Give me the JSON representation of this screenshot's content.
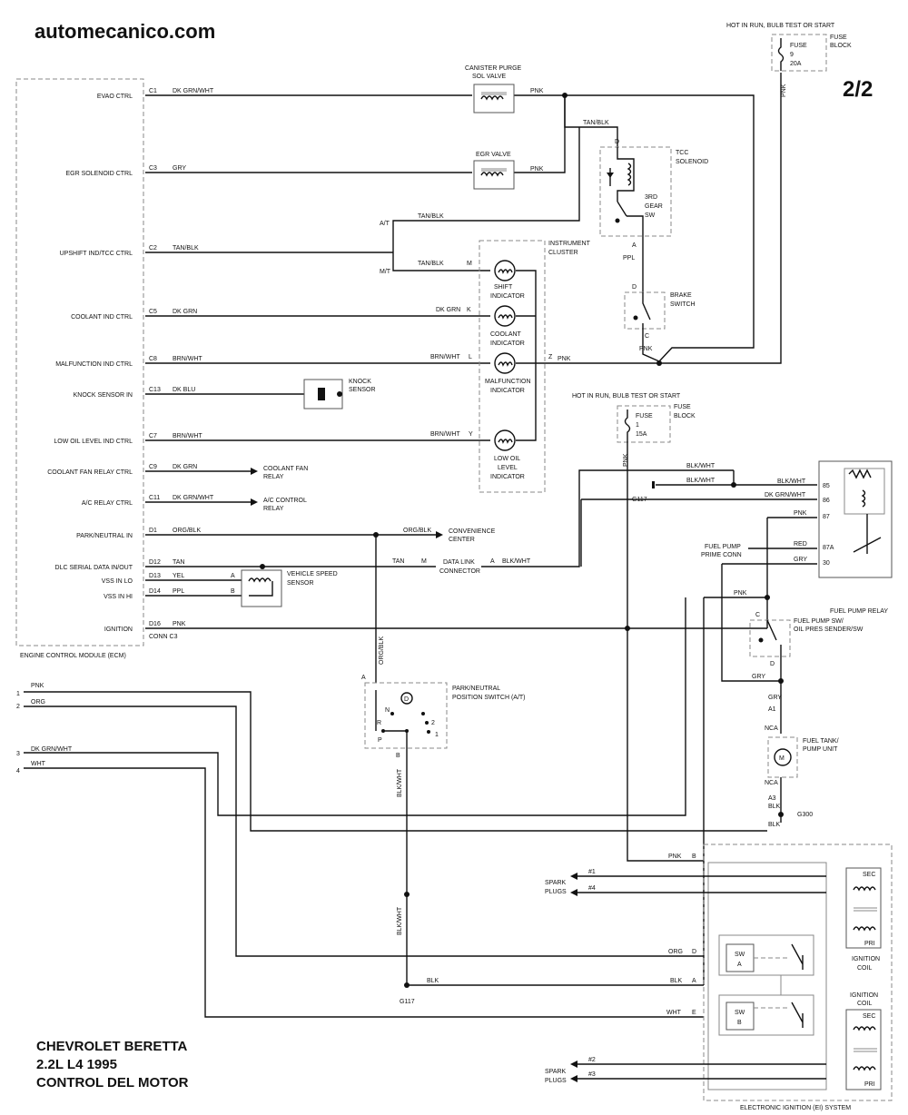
{
  "header": {
    "site": "automecanico.com",
    "page_num": "2/2"
  },
  "title": {
    "line1": "CHEVROLET BERETTA",
    "line2": "2.2L   L4  1995",
    "line3": "CONTROL DEL MOTOR"
  },
  "ecm": {
    "title": "ENGINE CONTROL MODULE (ECM)",
    "conn": "CONN C3",
    "pins": [
      {
        "name": "EVAO CTRL",
        "pin": "C1",
        "wire": "DK GRN/WHT"
      },
      {
        "name": "EGR SOLENOID CTRL",
        "pin": "C3",
        "wire": "GRY"
      },
      {
        "name": "UPSHIFT IND/TCC CTRL",
        "pin": "C2",
        "wire": "TAN/BLK"
      },
      {
        "name": "COOLANT IND CTRL",
        "pin": "C5",
        "wire": "DK GRN"
      },
      {
        "name": "MALFUNCTION IND CTRL",
        "pin": "C8",
        "wire": "BRN/WHT"
      },
      {
        "name": "KNOCK SENSOR IN",
        "pin": "C13",
        "wire": "DK BLU"
      },
      {
        "name": "LOW OIL LEVEL IND CTRL",
        "pin": "C7",
        "wire": "BRN/WHT"
      },
      {
        "name": "COOLANT FAN RELAY CTRL",
        "pin": "C9",
        "wire": "DK GRN"
      },
      {
        "name": "A/C RELAY CTRL",
        "pin": "C11",
        "wire": "DK GRN/WHT"
      },
      {
        "name": "PARK/NEUTRAL IN",
        "pin": "D1",
        "wire": "ORG/BLK"
      },
      {
        "name": "DLC SERIAL DATA IN/OUT",
        "pin": "D12",
        "wire": "TAN"
      },
      {
        "name": "VSS IN LO",
        "pin": "D13",
        "wire": "YEL"
      },
      {
        "name": "VSS IN HI",
        "pin": "D14",
        "wire": "PPL"
      },
      {
        "name": "IGNITION",
        "pin": "D16",
        "wire": "PNK"
      }
    ]
  },
  "components": {
    "canister_l1": "CANISTER PURGE",
    "canister_l2": "SOL VALVE",
    "egr": "EGR VALVE",
    "tcc_l1": "TCC",
    "tcc_l2": "SOLENOID",
    "gear_l1": "3RD",
    "gear_l2": "GEAR",
    "gear_l3": "SW",
    "brake_l1": "BRAKE",
    "brake_l2": "SWITCH",
    "cluster_l1": "INSTRUMENT",
    "cluster_l2": "CLUSTER",
    "shift_l1": "SHIFT",
    "shift_l2": "INDICATOR",
    "coolant_l1": "COOLANT",
    "coolant_l2": "INDICATOR",
    "malf_l1": "MALFUNCTION",
    "malf_l2": "INDICATOR",
    "oil_l1": "LOW OIL",
    "oil_l2": "LEVEL",
    "oil_l3": "INDICATOR",
    "knock_l1": "KNOCK",
    "knock_l2": "SENSOR",
    "fan_l1": "COOLANT FAN",
    "fan_l2": "RELAY",
    "ac_l1": "A/C CONTROL",
    "ac_l2": "RELAY",
    "conv_l1": "CONVENIENCE",
    "conv_l2": "CENTER",
    "dlc_l1": "DATA LINK",
    "dlc_l2": "CONNECTOR",
    "vss_l1": "VEHICLE SPEED",
    "vss_l2": "SENSOR",
    "hot_run": "HOT IN RUN, BULB TEST OR START",
    "fuse_block_l1": "FUSE",
    "fuse_block_l2": "BLOCK",
    "fuse_word": "FUSE",
    "fuse9_num": "9",
    "fuse9_amp": "20A",
    "fuse1_num": "1",
    "fuse1_amp": "15A",
    "relay_name": "FUEL PUMP RELAY",
    "prime_l1": "FUEL PUMP",
    "prime_l2": "PRIME CONN",
    "fpsw_l1": "FUEL PUMP SW/",
    "fpsw_l2": "OIL PRES SENDER/SW",
    "tank_l1": "FUEL TANK/",
    "tank_l2": "PUMP UNIT",
    "pns_l1": "PARK/NEUTRAL",
    "pns_l2": "POSITION SWITCH (A/T)",
    "spark_l1": "SPARK",
    "spark_l2": "PLUGS",
    "coil": "IGNITION",
    "coil2": "COIL",
    "sec": "SEC",
    "pri": "PRI",
    "sw": "SW",
    "swa": "A",
    "swb": "B",
    "ei": "ELECTRONIC IGNITION (EI) SYSTEM",
    "g117": "G117",
    "g300": "G300",
    "motor": "M"
  },
  "wires": {
    "pnk": "PNK",
    "tan_blk": "TAN/BLK",
    "at": "A/T",
    "mt": "M/T",
    "ppl": "PPL",
    "blk_wht": "BLK/WHT",
    "dk_grn_wht": "DK GRN/WHT",
    "red": "RED",
    "gry": "GRY",
    "org_blk": "ORG/BLK",
    "tan": "TAN",
    "org": "ORG",
    "wht": "WHT",
    "blk": "BLK",
    "nca": "NCA",
    "dk_grn": "DK GRN",
    "brn_wht": "BRN/WHT"
  },
  "pins": {
    "d": "D",
    "a": "A",
    "c": "C",
    "b": "B",
    "m": "M",
    "k": "K",
    "l": "L",
    "z": "Z",
    "y": "Y",
    "e": "E",
    "r85": "85",
    "r86": "86",
    "r87": "87",
    "r87a": "87A",
    "r30": "30",
    "a1": "A1",
    "a3": "A3",
    "s1": "#1",
    "s4": "#4",
    "s2": "#2",
    "s3": "#3",
    "n1": "1",
    "n2": "2",
    "n3": "3",
    "n4": "4",
    "pN": "N",
    "pR": "R",
    "pP": "P",
    "pD": "D",
    "p2": "2",
    "p1": "1"
  }
}
